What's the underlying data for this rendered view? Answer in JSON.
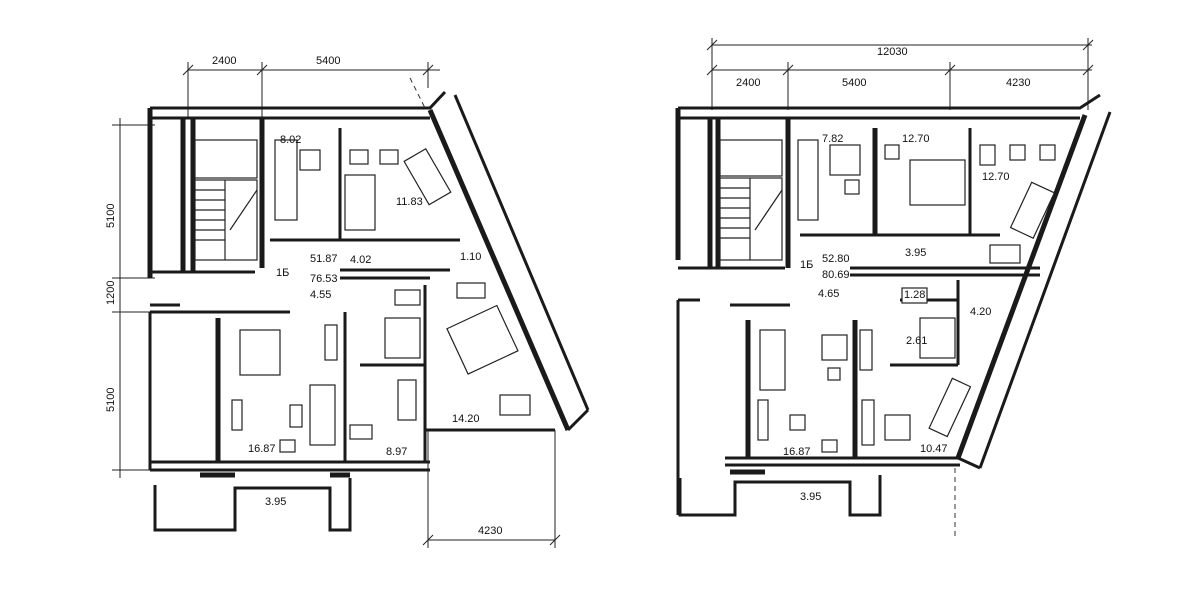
{
  "plans": [
    {
      "dimensions": {
        "top_left": "2400",
        "top_right": "5400",
        "left_top": "5100",
        "left_mid": "1200",
        "left_bottom": "5100",
        "bottom_right": "4230"
      },
      "rooms": {
        "kitchen": "8.02",
        "room_tr": "11.83",
        "hall": "4.02",
        "small": "1.10",
        "living_area": "51.87",
        "total_area": "76.53",
        "corridor": "4.55",
        "room_bl": "16.87",
        "bath": "8.97",
        "room_br": "14.20",
        "loggia": "3.95"
      },
      "section_mark": "1Б"
    },
    {
      "dimensions": {
        "total": "12030",
        "seg1": "2400",
        "seg2": "5400",
        "seg3": "4230"
      },
      "rooms": {
        "kitchen": "7.82",
        "room_a": "12.70",
        "room_b": "12.70",
        "hall": "3.95",
        "living_area": "52.80",
        "total_area": "80.69",
        "corridor": "4.65",
        "wc": "1.28",
        "bath": "2.61",
        "closet": "4.20",
        "room_bl": "16.87",
        "room_br": "10.47",
        "loggia": "3.95"
      },
      "section_mark": "1Б"
    }
  ]
}
